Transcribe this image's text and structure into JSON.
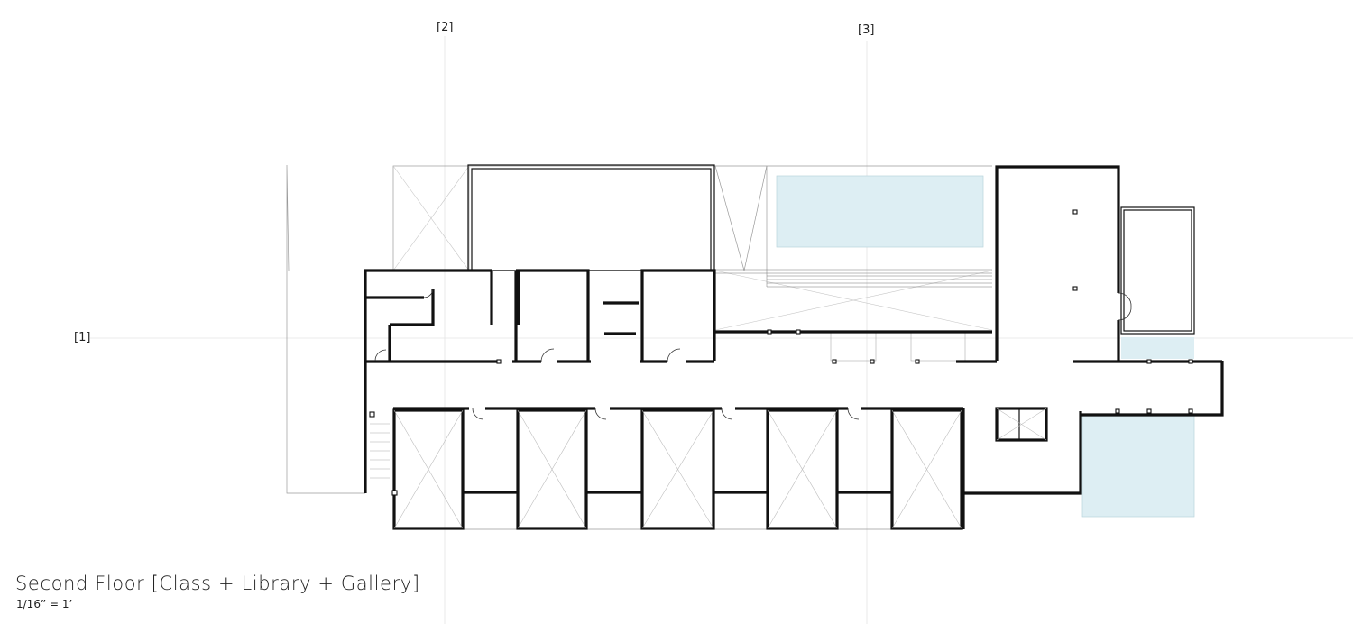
{
  "drawing": {
    "title": "Second Floor [Class + Library + Gallery]",
    "scale": "1/16” = 1’"
  },
  "section_markers": {
    "marker_1": "[1]",
    "marker_2": "[2]",
    "marker_3": "[3]"
  },
  "colors": {
    "wall": "#111111",
    "glazing": "#ddeef3",
    "light_line": "#9a9a9a"
  }
}
